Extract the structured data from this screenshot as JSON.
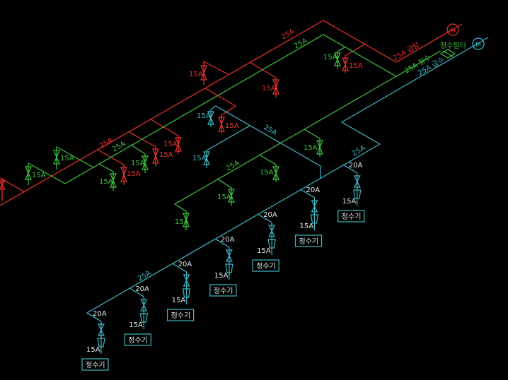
{
  "colors": {
    "hot_water": "#e8322e",
    "purified_water": "#3fc43f",
    "cold_water": "#3fb9c4",
    "background": "#000000"
  },
  "hot_water": {
    "main_label": "25A",
    "branch_label": "25A",
    "supply_label": "25A 급탕",
    "meter": "M",
    "valves": [
      "15A",
      "15A",
      "15A",
      "15A",
      "15A",
      "15A",
      "15A"
    ]
  },
  "purified_water": {
    "main_label": "25A",
    "branch_label": "25A",
    "branch2_label": "25A",
    "supply_label": "25A 정수",
    "filter_label": "정수필터",
    "valves": [
      "15A",
      "15A",
      "15A",
      "15A",
      "15A",
      "15A",
      "15A",
      "15A",
      "15A"
    ]
  },
  "cold_water": {
    "supply_label": "25A 급수",
    "meter": "M",
    "pipe_labels": [
      "25A",
      "25A",
      "25A"
    ],
    "valves": [
      "15A",
      "15A"
    ]
  },
  "purifiers": [
    {
      "branch": "20A",
      "valve": "15A",
      "name": "정수기"
    },
    {
      "branch": "20A",
      "valve": "15A",
      "name": "정수기"
    },
    {
      "branch": "20A",
      "valve": "15A",
      "name": "정수기"
    },
    {
      "branch": "20A",
      "valve": "15A",
      "name": "정수기"
    },
    {
      "branch": "20A",
      "valve": "15A",
      "name": "정수기"
    },
    {
      "branch": "20A",
      "valve": "15A",
      "name": "정수기"
    },
    {
      "branch": "20A",
      "valve": "15A",
      "name": "정수기"
    }
  ]
}
